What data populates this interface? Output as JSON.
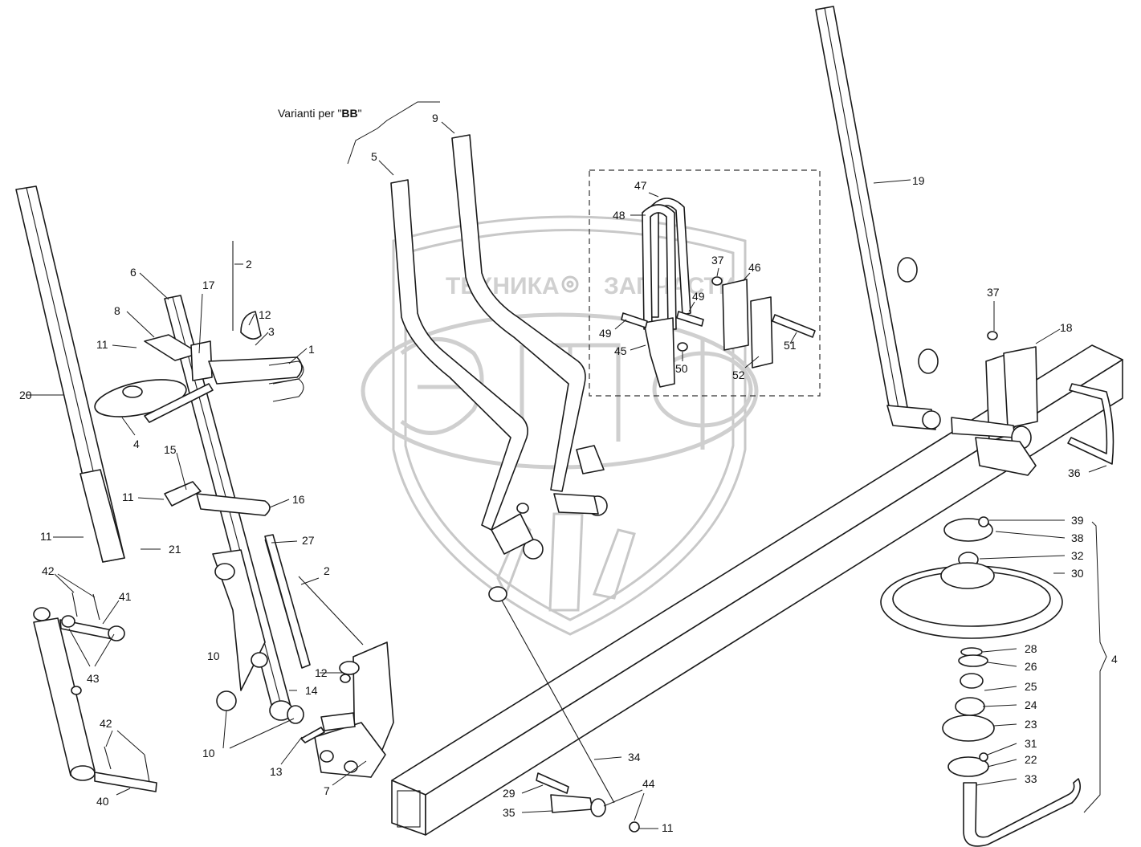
{
  "caption": {
    "prefix": "Varianti per \"",
    "bold": "BB",
    "suffix": "\""
  },
  "watermark": {
    "line1": "ТЕХНИКА",
    "line2": "ЗАПЧАСТИ",
    "logo": "ЭПФ"
  },
  "callouts": {
    "c1": "1",
    "c2a": "2",
    "c2b": "2",
    "c3": "3",
    "c4a": "4",
    "c4b": "4",
    "c5": "5",
    "c6": "6",
    "c7": "7",
    "c8": "8",
    "c9": "9",
    "c10a": "10",
    "c10b": "10",
    "c11a": "11",
    "c11b": "11",
    "c11c": "11",
    "c11d": "11",
    "c12a": "12",
    "c12b": "12",
    "c13": "13",
    "c14": "14",
    "c15": "15",
    "c16": "16",
    "c17": "17",
    "c18": "18",
    "c19": "19",
    "c20": "20",
    "c21": "21",
    "c22": "22",
    "c23": "23",
    "c24": "24",
    "c25": "25",
    "c26": "26",
    "c27": "27",
    "c28": "28",
    "c29": "29",
    "c30": "30",
    "c31": "31",
    "c32": "32",
    "c33": "33",
    "c34": "34",
    "c35": "35",
    "c36": "36",
    "c37a": "37",
    "c37b": "37",
    "c38": "38",
    "c39": "39",
    "c40": "40",
    "c41": "41",
    "c42a": "42",
    "c42b": "42",
    "c43": "43",
    "c44": "44",
    "c45": "45",
    "c46": "46",
    "c47": "47",
    "c48": "48",
    "c49a": "49",
    "c49b": "49",
    "c50": "50",
    "c51": "51",
    "c52": "52"
  }
}
